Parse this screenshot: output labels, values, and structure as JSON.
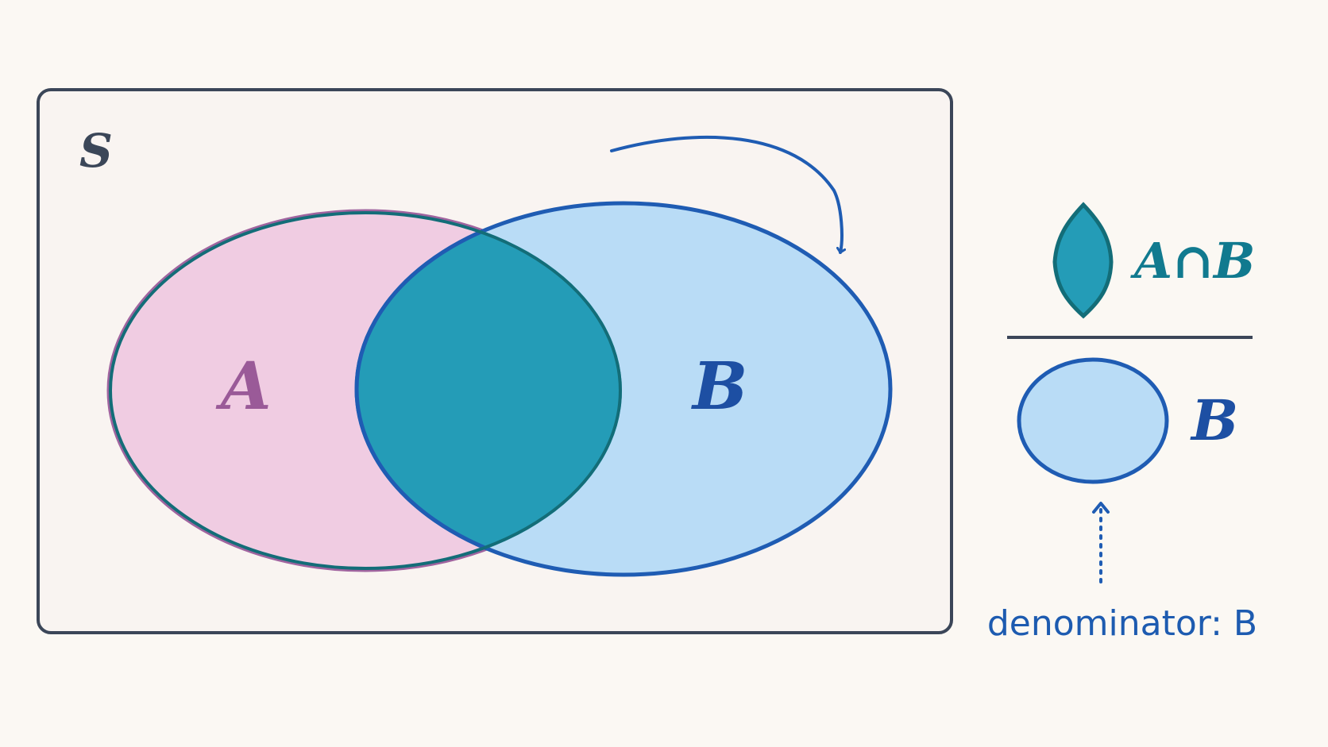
{
  "universe": {
    "label": "S"
  },
  "set_a": {
    "label": "A"
  },
  "set_b": {
    "label": "B"
  },
  "fraction": {
    "numerator_label": "A∩B",
    "denominator_label": "B"
  },
  "annotation": {
    "text": "denominator: B"
  },
  "colors": {
    "background": "#fbf8f3",
    "box_fill": "#f9f4f1",
    "box_stroke": "#3b4658",
    "set_a_fill": "#f0cce2",
    "set_a_stroke": "#a0649f",
    "set_a_label": "#9a5a98",
    "set_b_fill": "#b9dcf6",
    "set_b_stroke": "#1f5cb3",
    "set_b_label": "#1d4fa3",
    "intersection_fill": "#249cb7",
    "intersection_stroke": "#136d78",
    "numerator_label": "#117a8f",
    "annotation": "#1d5bb0",
    "universe_label": "#3b4658"
  }
}
